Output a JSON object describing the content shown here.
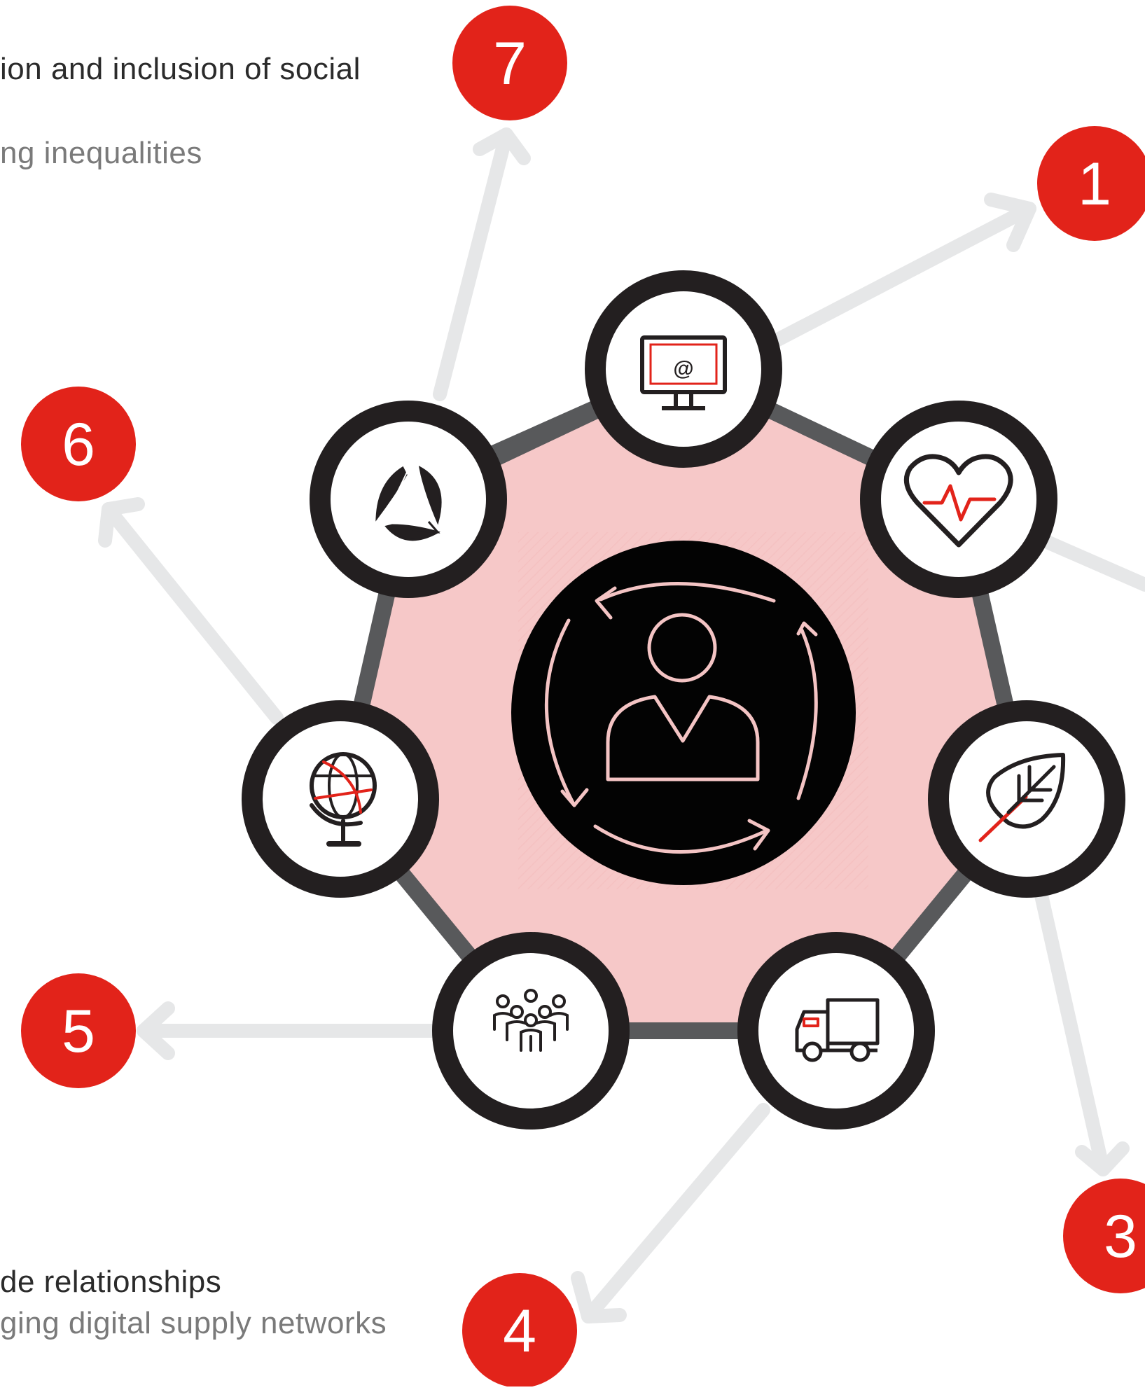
{
  "colors": {
    "accent": "#e2231a",
    "connector_grey": "#e6e7e8",
    "ring_border": "#231f20",
    "outline_grey": "#58595b",
    "center_fill": "#f6c8c8",
    "icon_red": "#e2231a",
    "label_text": "#2b2b2b",
    "sub_text": "#7a7a7a"
  },
  "captions": {
    "top_heading": "ion and inclusion of social",
    "top_sub": "ng inequalities",
    "bottom_heading": "de relationships",
    "bottom_sub": "ging digital supply networks"
  },
  "center": {
    "icon": "person-cycle-icon"
  },
  "nodes": [
    {
      "icon": "email-monitor-icon",
      "label": "@"
    },
    {
      "icon": "heartbeat-icon"
    },
    {
      "icon": "leaf-icon"
    },
    {
      "icon": "delivery-truck-icon"
    },
    {
      "icon": "group-of-people-icon"
    },
    {
      "icon": "globe-icon"
    },
    {
      "icon": "recycle-leaves-icon"
    }
  ],
  "badges": [
    {
      "number": "1"
    },
    {
      "number": "3"
    },
    {
      "number": "4"
    },
    {
      "number": "5"
    },
    {
      "number": "6"
    },
    {
      "number": "7"
    }
  ]
}
